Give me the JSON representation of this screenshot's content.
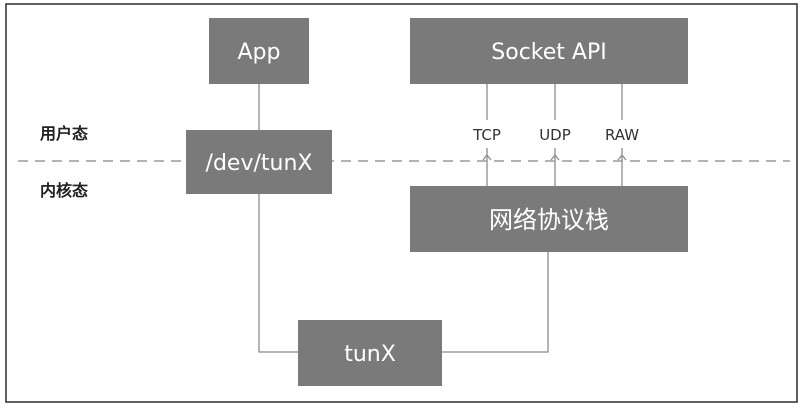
{
  "zones": {
    "user_space": "用户态",
    "kernel_space": "内核态"
  },
  "boxes": {
    "app": "App",
    "socket_api": "Socket API",
    "dev_tunx": "/dev/tunX",
    "protocol_stack": "网络协议栈",
    "tunx": "tunX"
  },
  "protocols": {
    "tcp": "TCP",
    "udp": "UDP",
    "raw": "RAW"
  }
}
